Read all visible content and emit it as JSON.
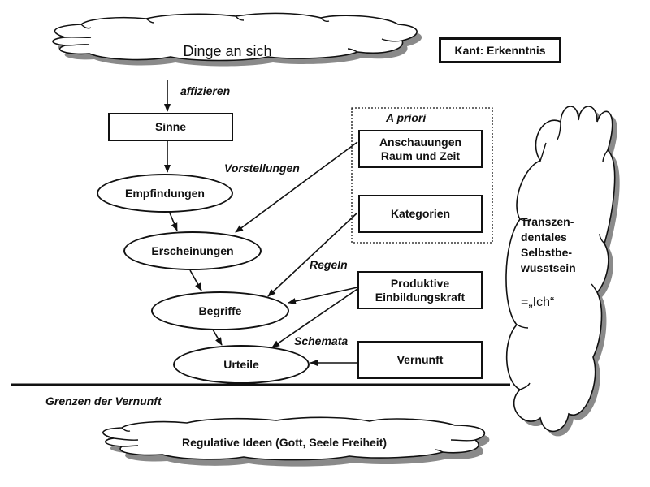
{
  "title_box": "Kant: Erkenntnis",
  "clouds": {
    "top": "Dinge an sich",
    "bottom": "Regulative Ideen (Gott, Seele Freiheit)",
    "right": {
      "lines": [
        "Transzen-",
        "dentales",
        "Selbstbe-",
        "wusstsein"
      ],
      "ich": "=„Ich“"
    }
  },
  "boxes": {
    "sinne": "Sinne",
    "anschauungen_line1": "Anschauungen",
    "anschauungen_line2": "Raum und Zeit",
    "kategorien": "Kategorien",
    "produktive_line1": "Produktive",
    "produktive_line2": "Einbildungskraft",
    "vernunft": "Vernunft"
  },
  "ellipses": {
    "empfindungen": "Empfindungen",
    "erscheinungen": "Erscheinungen",
    "begriffe": "Begriffe",
    "urteile": "Urteile"
  },
  "group_label": "A priori",
  "edge_labels": {
    "affizieren": "affizieren",
    "vorstellungen": "Vorstellungen",
    "regeln": "Regeln",
    "schemata": "Schemata"
  },
  "boundary_label": "Grenzen der Vernunft"
}
